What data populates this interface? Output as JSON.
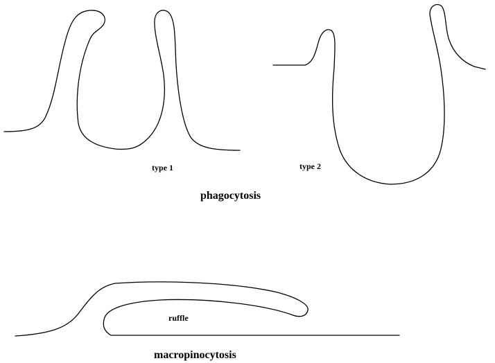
{
  "labels": {
    "type1": "type 1",
    "type2": "type 2",
    "phagocytosis": "phagocytosis",
    "ruffle": "ruffle",
    "macropinocytosis": "macropinocytosis"
  },
  "colors": {
    "stroke": "#000000",
    "background": "#ffffff"
  }
}
